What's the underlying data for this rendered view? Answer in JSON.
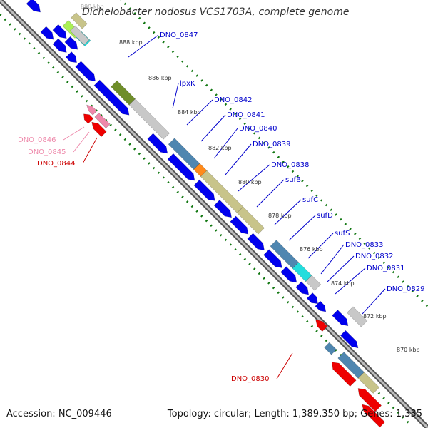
{
  "title": "Dichelobacter nodosus VCS1703A, complete genome",
  "accession": "Accession: NC_009446",
  "topology": "Topology: circular; Length: 1,389,350 bp; Genes: 1,335",
  "colors": {
    "backbone": "#888888",
    "forward_cds": "#0000ee",
    "reverse_cds": "#ee0000",
    "label_blue": "#0000cc",
    "label_red": "#cc0000",
    "label_pink": "#ee88aa",
    "tick": "#117711",
    "khaki": "#c8c48a",
    "steelblue": "#4f86b0",
    "olive": "#6f8e2a",
    "cyan": "#22dddd",
    "orange": "#ff8a1a",
    "grey": "#c8c8c8",
    "lime": "#aaf055"
  },
  "ticks": [
    "890 kbp",
    "888 kbp",
    "886 kbp",
    "884 kbp",
    "882 kbp",
    "880 kbp",
    "878 kbp",
    "876 kbp",
    "874 kbp",
    "872 kbp",
    "870 kbp"
  ],
  "gene_labels": [
    {
      "text": "DNO_0847",
      "color": "blue"
    },
    {
      "text": "lpxK",
      "color": "blue"
    },
    {
      "text": "DNO_0842",
      "color": "blue"
    },
    {
      "text": "DNO_0841",
      "color": "blue"
    },
    {
      "text": "DNO_0840",
      "color": "blue"
    },
    {
      "text": "DNO_0839",
      "color": "blue"
    },
    {
      "text": "DNO_0838",
      "color": "blue"
    },
    {
      "text": "sufB",
      "color": "blue"
    },
    {
      "text": "sufC",
      "color": "blue"
    },
    {
      "text": "sufD",
      "color": "blue"
    },
    {
      "text": "sufS",
      "color": "blue"
    },
    {
      "text": "DNO_0833",
      "color": "blue"
    },
    {
      "text": "DNO_0832",
      "color": "blue"
    },
    {
      "text": "DNO_0831",
      "color": "blue"
    },
    {
      "text": "DNO_0829",
      "color": "blue"
    },
    {
      "text": "DNO_0846",
      "color": "pink"
    },
    {
      "text": "DNO_0845",
      "color": "pink"
    },
    {
      "text": "DNO_0844",
      "color": "red"
    },
    {
      "text": "DNO_0830",
      "color": "red"
    }
  ]
}
